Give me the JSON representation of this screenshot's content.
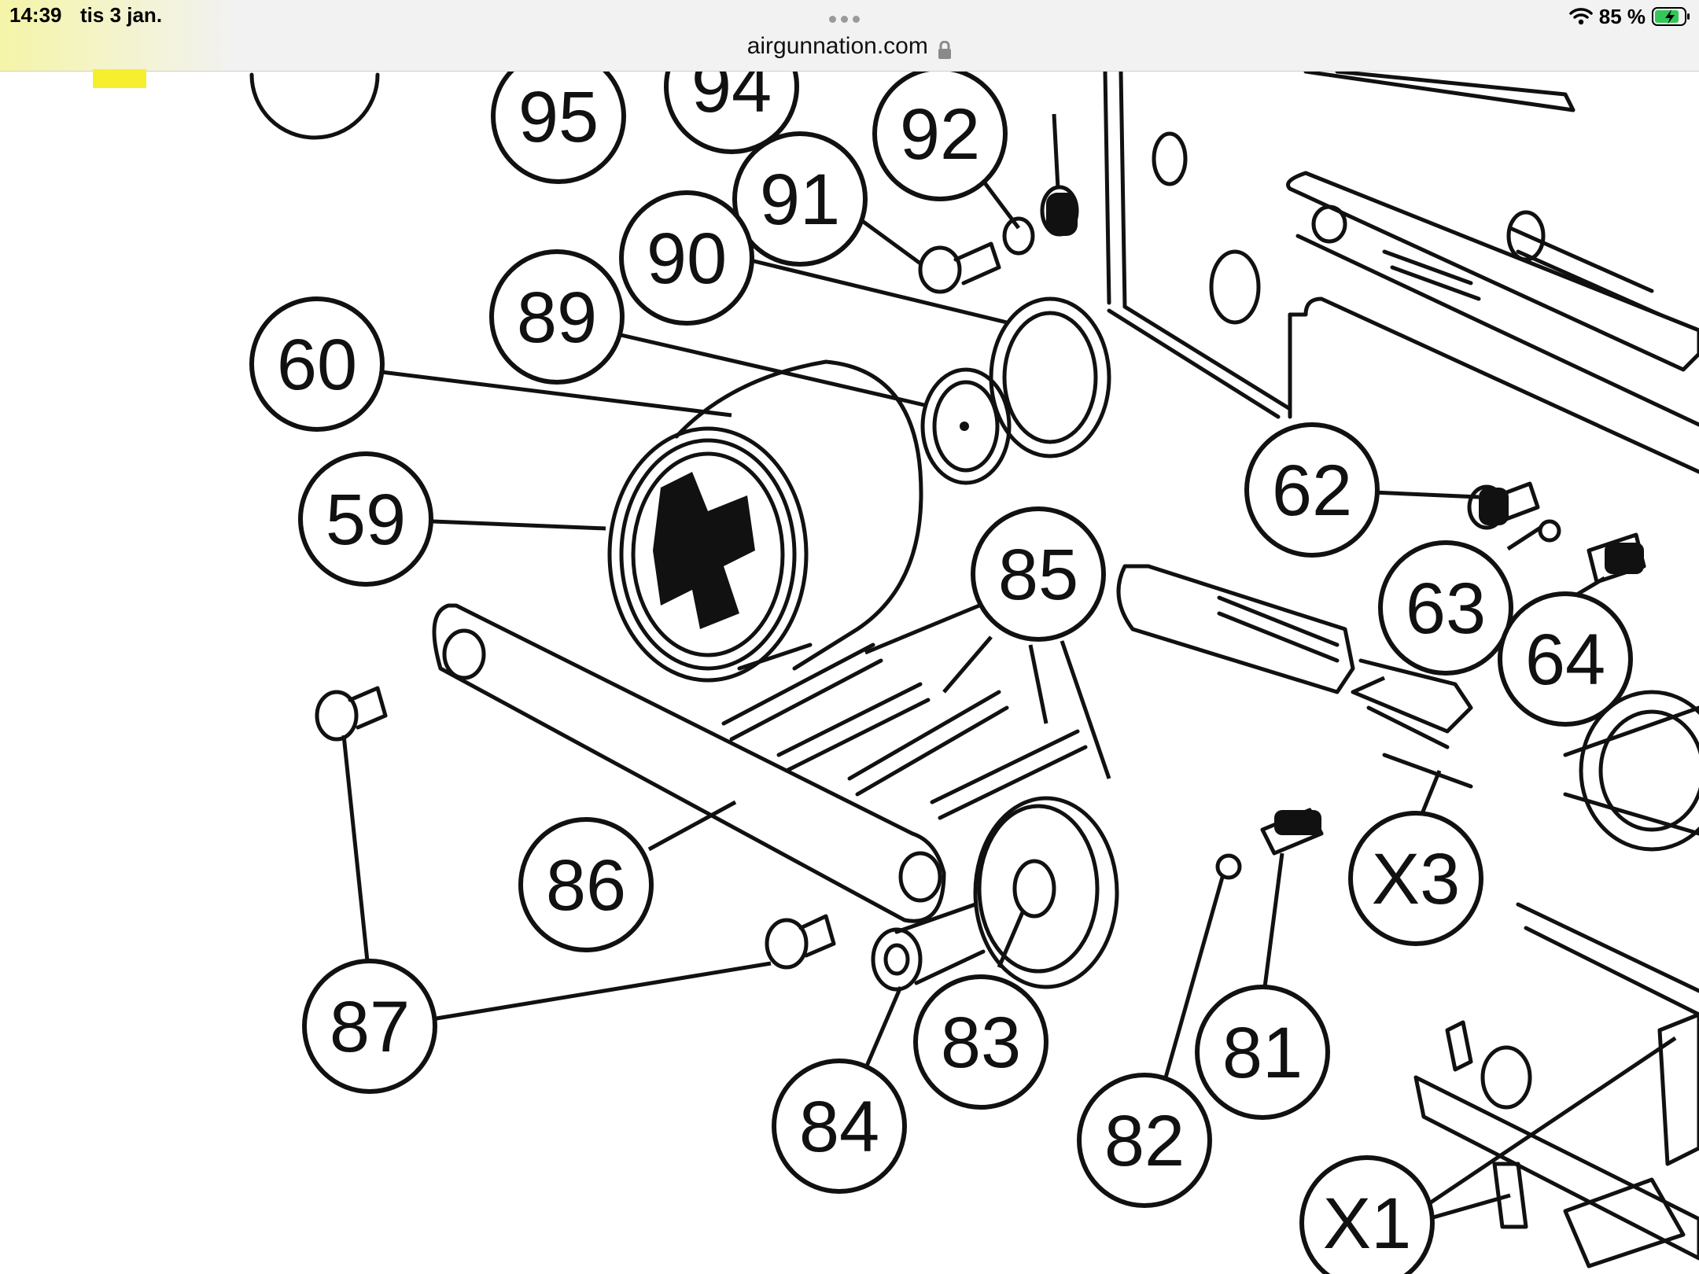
{
  "status_bar": {
    "time": "14:39",
    "date": "tis 3 jan.",
    "battery_percent": "85 %",
    "icons": [
      "wifi-icon",
      "battery-charging-icon"
    ]
  },
  "address_bar": {
    "url": "airgunnation.com",
    "icon": "lock-icon"
  },
  "diagram": {
    "callouts": [
      {
        "label": "95"
      },
      {
        "label": "94"
      },
      {
        "label": "92"
      },
      {
        "label": "91"
      },
      {
        "label": "90"
      },
      {
        "label": "89"
      },
      {
        "label": "60"
      },
      {
        "label": "59"
      },
      {
        "label": "62"
      },
      {
        "label": "85"
      },
      {
        "label": "63"
      },
      {
        "label": "64"
      },
      {
        "label": "86"
      },
      {
        "label": "X3"
      },
      {
        "label": "87"
      },
      {
        "label": "83"
      },
      {
        "label": "84"
      },
      {
        "label": "82"
      },
      {
        "label": "81"
      },
      {
        "label": "X1"
      }
    ]
  }
}
